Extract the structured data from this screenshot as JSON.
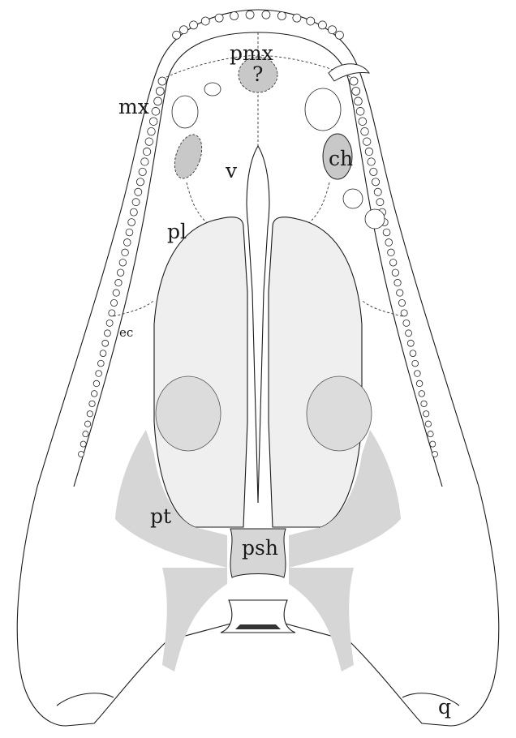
{
  "figure": {
    "labels": {
      "premaxilla": "pmx",
      "unknown": "?",
      "maxilla": "mx",
      "vomer": "v",
      "choana": "ch",
      "palatine": "pl",
      "ectopterygoid": "ec",
      "pterygoid": "pt",
      "parasphenoid": "psh",
      "quadrate": "q"
    },
    "colors": {
      "outline": "#1a1a1a",
      "bone_fill": "#ffffff",
      "vacuity_fill": "#efefef",
      "pterygoid_fill": "#d6d6d6",
      "highlight_fill": "#c8c8c8"
    }
  }
}
